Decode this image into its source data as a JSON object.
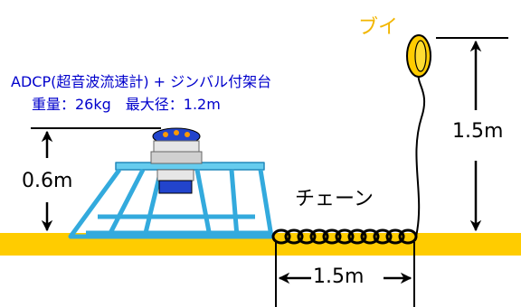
{
  "labels": {
    "buoy": "ブイ",
    "adcp_title": "ADCP(超音波流速計) + ジンバル付架台",
    "adcp_spec": "重量：26kg　最大径：1.2m",
    "chain": "チェーン",
    "height_mount": "0.6m",
    "height_buoy": "1.5m",
    "length_chain": "1.5m"
  },
  "colors": {
    "seabed": "#ffcc00",
    "frame": "#33aadd",
    "buoy": "#ffcc00",
    "adcp_text": "#0000cc",
    "buoy_text": "#f2b600",
    "ink": "#000000"
  }
}
